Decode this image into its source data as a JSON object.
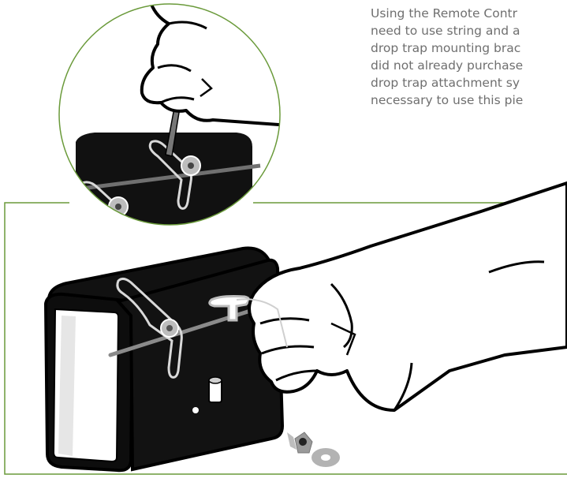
{
  "instructions": {
    "lines": [
      "Using the Remote Contr",
      "need to use string and a",
      "drop trap mounting brac",
      "did not already purchase",
      "drop trap attachment sy",
      "necessary to use this pie"
    ]
  },
  "colors": {
    "frame_green": "#6a9a3a",
    "box_black": "#111111",
    "tape_green": "#1e9a48",
    "hardware_gray": "#a9a9a9",
    "text_gray": "#6f6f6f"
  },
  "icons": [
    "drop-trap-box",
    "hand",
    "pencil",
    "wing-nut",
    "washer"
  ]
}
